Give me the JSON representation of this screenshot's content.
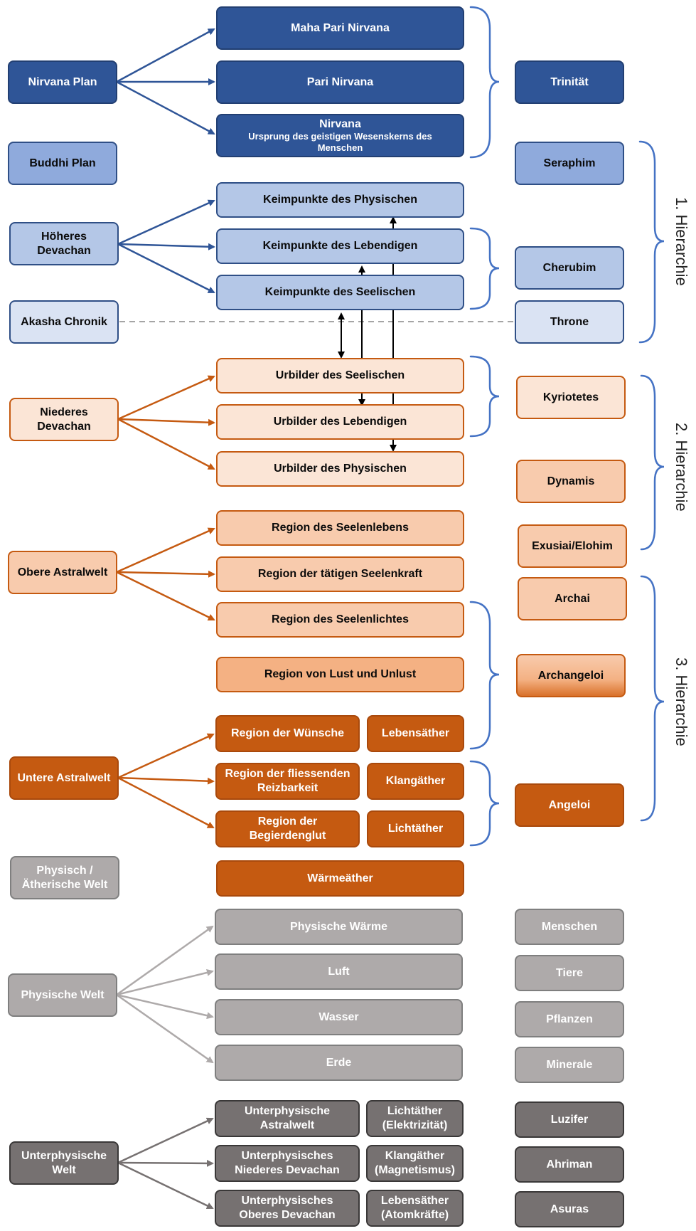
{
  "planes": {
    "nirvana": "Nirvana Plan",
    "buddhi": "Buddhi Plan",
    "hoeheres_devachan": "Höheres Devachan",
    "akasha": "Akasha Chronik",
    "niederes_devachan": "Niederes Devachan",
    "obere_astralwelt": "Obere Astralwelt",
    "untere_astralwelt": "Untere Astralwelt",
    "physisch_aetherisch": "Physisch / Ätherische Welt",
    "physische_welt": "Physische Welt",
    "unterphysische_welt": "Unterphysische Welt"
  },
  "regions": {
    "maha_pari_nirvana": "Maha Pari Nirvana",
    "pari_nirvana": "Pari Nirvana",
    "nirvana_title": "Nirvana",
    "nirvana_sub": "Ursprung des geistigen Wesenskerns des Menschen",
    "keim_physisch": "Keimpunkte des Physischen",
    "keim_lebendig": "Keimpunkte des Lebendigen",
    "keim_seelisch": "Keimpunkte des Seelischen",
    "urbild_seelisch": "Urbilder des Seelischen",
    "urbild_lebendig": "Urbilder des Lebendigen",
    "urbild_physisch": "Urbilder des Physischen",
    "seelenleben": "Region des Seelenlebens",
    "seelenkraft": "Region der tätigen Seelenkraft",
    "seelenlicht": "Region des Seelenlichtes",
    "lust_unlust": "Region von Lust und Unlust",
    "wuensche": "Region der Wünsche",
    "reizbarkeit": "Region der fliessenden Reizbarkeit",
    "begierdenglut": "Region der Begierdenglut",
    "physische_waerme": "Physische Wärme",
    "luft": "Luft",
    "wasser": "Wasser",
    "erde": "Erde",
    "up_astralwelt": "Unterphysische Astralwelt",
    "up_niederes_devachan": "Unterphysisches Niederes Devachan",
    "up_oberes_devachan": "Unterphysisches Oberes Devachan"
  },
  "ethers": {
    "lebensaether": "Lebensäther",
    "klangaether": "Klangäther",
    "lichtaether": "Lichtäther",
    "waermeaether": "Wärmeäther",
    "licht_elektrizitaet": "Lichtäther (Elektrizität)",
    "klang_magnetismus": "Klangäther (Magnetismus)",
    "lebens_atomkraefte": "Lebensäther (Atomkräfte)"
  },
  "beings": {
    "trinitaet": "Trinität",
    "seraphim": "Seraphim",
    "cherubim": "Cherubim",
    "throne": "Throne",
    "kyriotetes": "Kyriotetes",
    "dynamis": "Dynamis",
    "exusiai": "Exusiai/Elohim",
    "archai": "Archai",
    "archangeloi": "Archangeloi",
    "angeloi": "Angeloi",
    "menschen": "Menschen",
    "tiere": "Tiere",
    "pflanzen": "Pflanzen",
    "minerale": "Minerale",
    "luzifer": "Luzifer",
    "ahriman": "Ahriman",
    "asuras": "Asuras"
  },
  "hierarchies": {
    "first": "1. Hierarchie",
    "second": "2. Hierarchie",
    "third": "3. Hierarchie"
  },
  "colors": {
    "blue_arrow": "#2f5597",
    "orange_arrow": "#c55a11",
    "light_grey_arrow": "#aeaaaa",
    "dark_grey_arrow": "#767171",
    "brace": "#4472c4"
  }
}
